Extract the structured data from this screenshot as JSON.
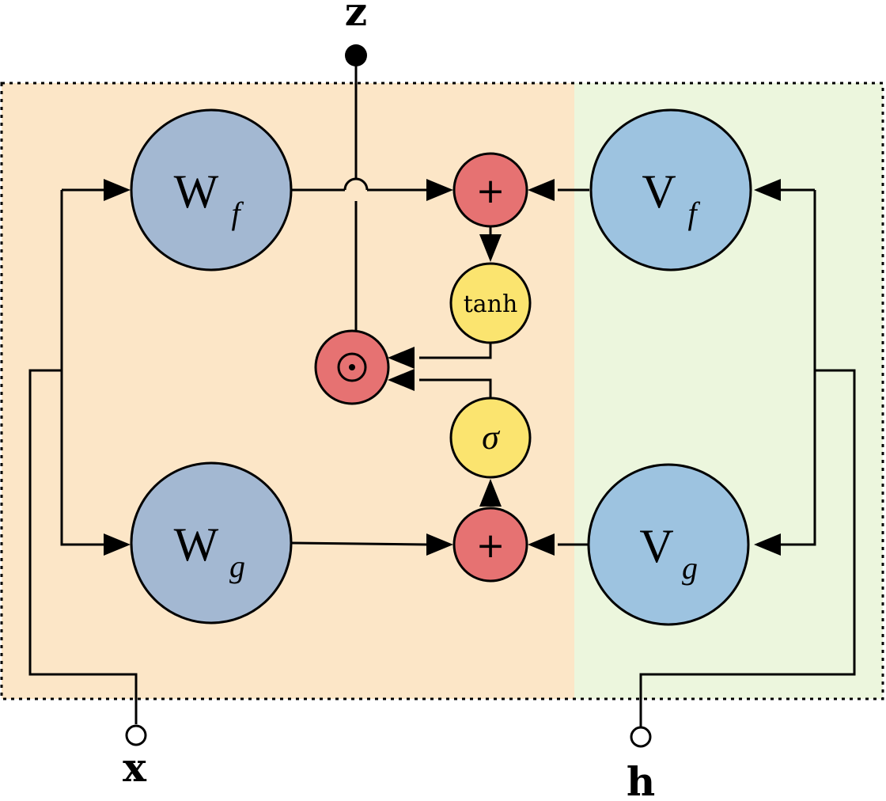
{
  "colors": {
    "left_region": "#fce6c7",
    "right_region": "#ecf6dd",
    "weight_left": "#a3b8d2",
    "weight_right": "#9dc3e0",
    "op_red": "#e67272",
    "activation_yellow": "#fbe46f"
  },
  "nodes": {
    "wf": {
      "main": "W",
      "sub": "f"
    },
    "wg": {
      "main": "W",
      "sub": "g"
    },
    "vf": {
      "main": "V",
      "sub": "f"
    },
    "vg": {
      "main": "V",
      "sub": "g"
    },
    "sum_top": "+",
    "sum_bottom": "+",
    "tanh": "tanh",
    "sigma": "σ",
    "hadamard": "⊙"
  },
  "io": {
    "output": "z",
    "input_x": "x",
    "input_h": "h"
  }
}
